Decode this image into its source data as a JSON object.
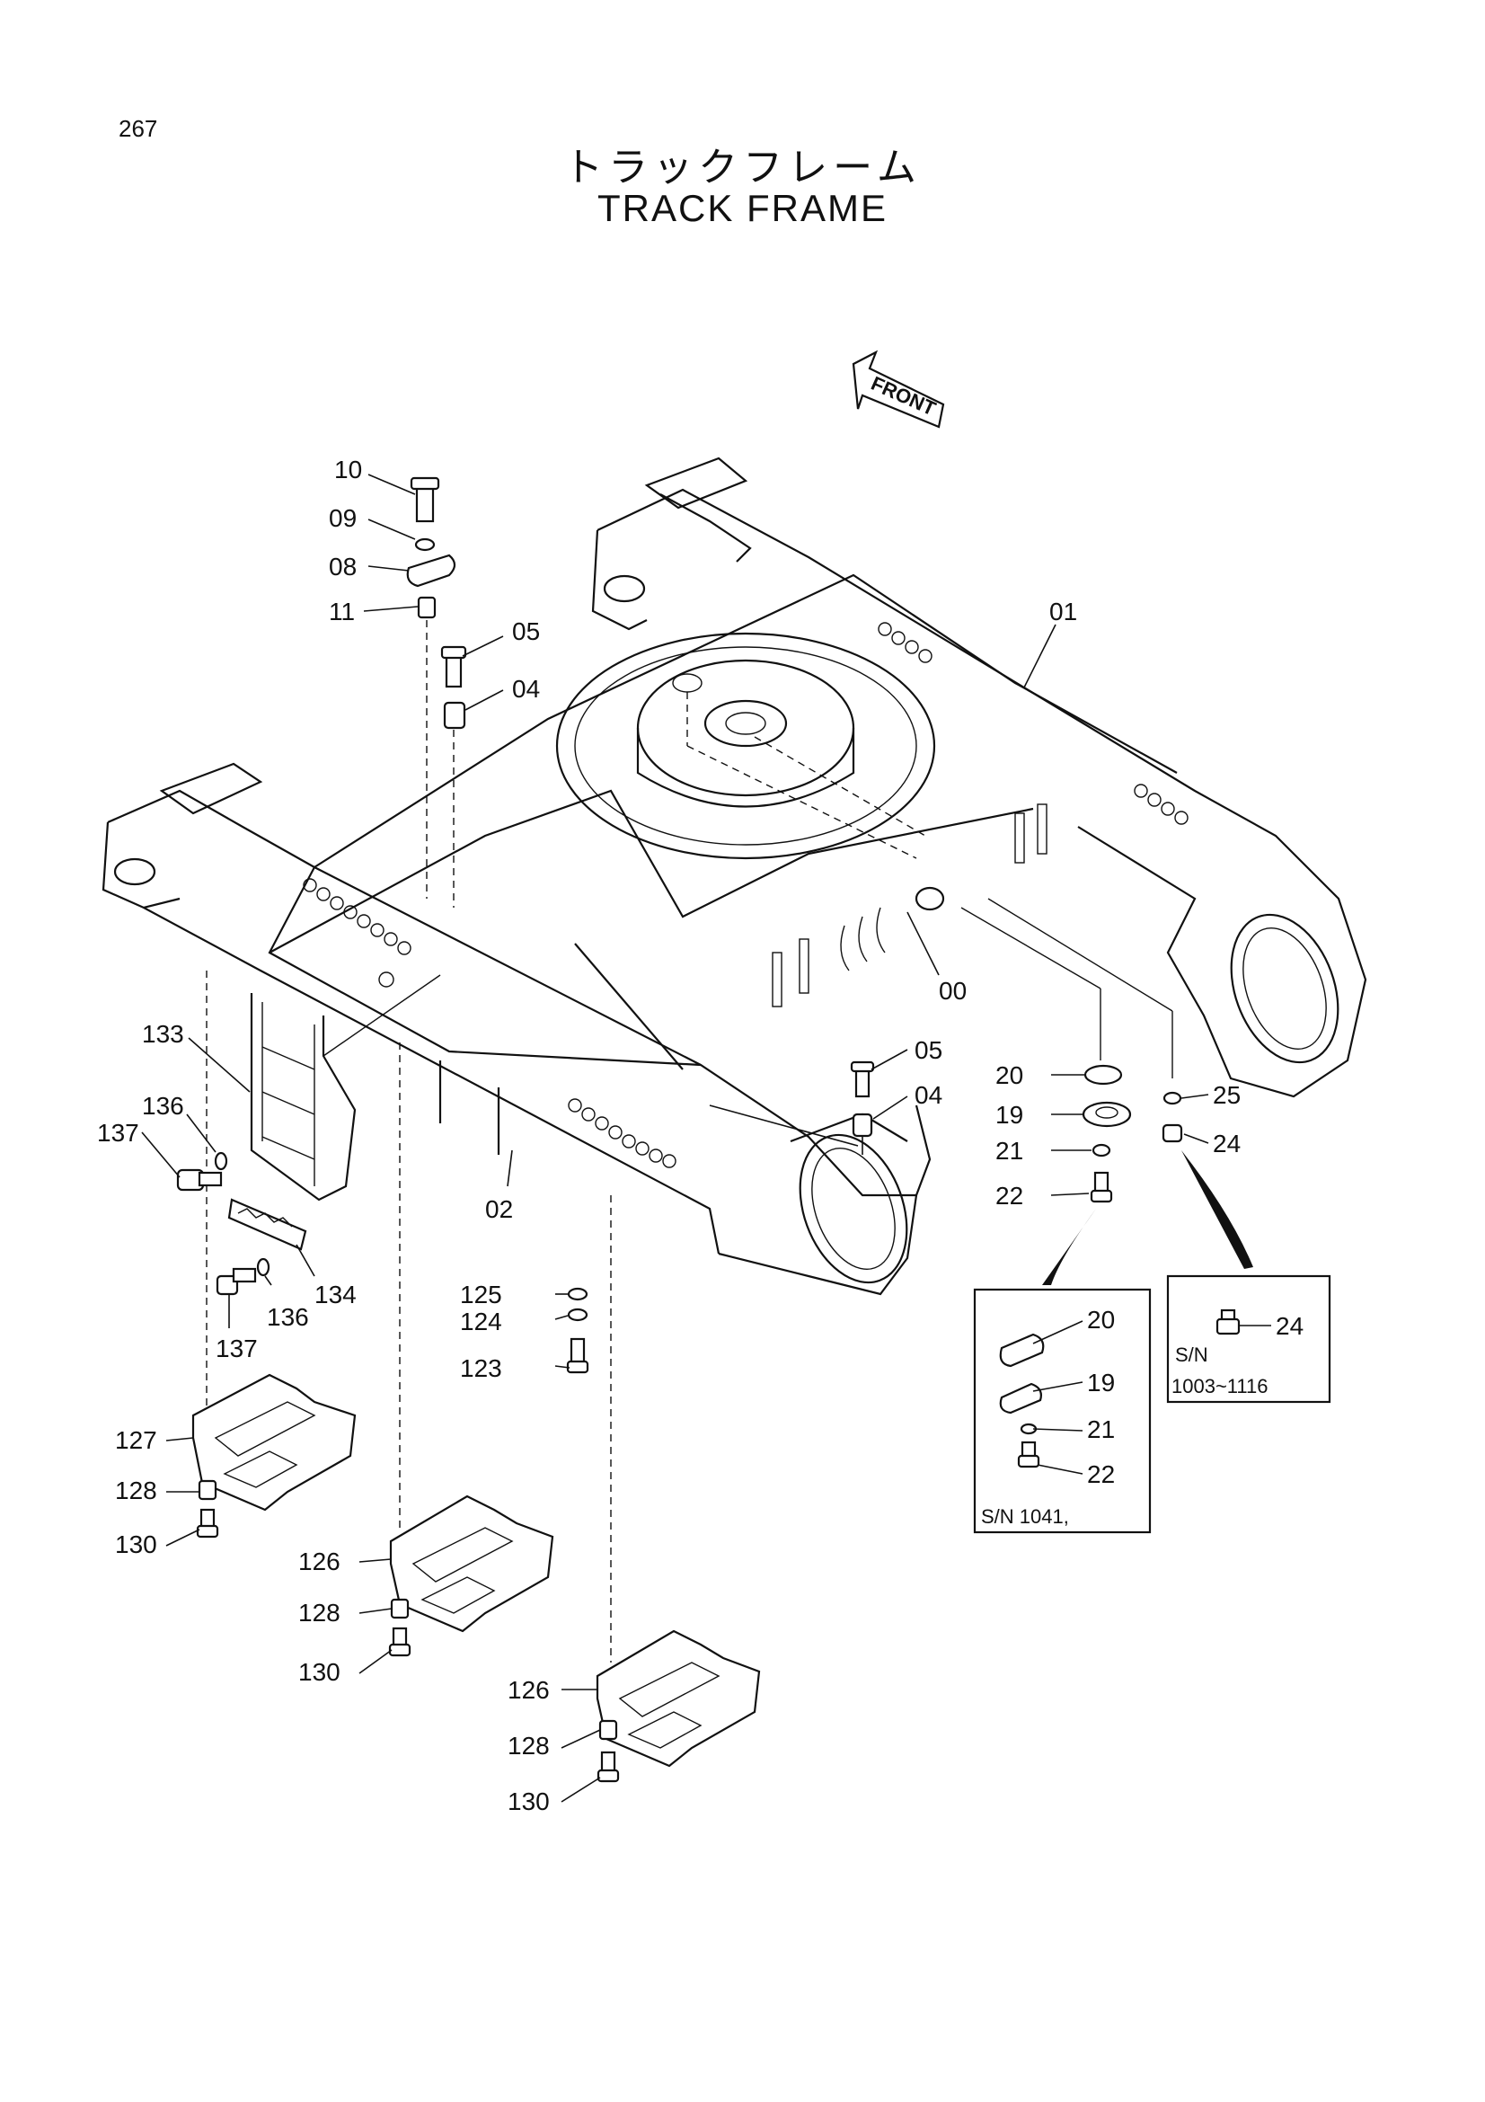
{
  "page_number": "267",
  "title_jp": "トラックフレーム",
  "title_en": "TRACK FRAME",
  "front_label": "FRONT",
  "callouts": {
    "c10": "10",
    "c09": "09",
    "c08": "08",
    "c11": "11",
    "c05a": "05",
    "c04a": "04",
    "c01": "01",
    "c00": "00",
    "c05b": "05",
    "c04b": "04",
    "c02": "02",
    "c133": "133",
    "c136a": "136",
    "c137a": "137",
    "c134": "134",
    "c136b": "136",
    "c137b": "137",
    "c125": "125",
    "c124": "124",
    "c123": "123",
    "c127": "127",
    "c128a": "128",
    "c130a": "130",
    "c126a": "126",
    "c128b": "128",
    "c130b": "130",
    "c126b": "126",
    "c128c": "128",
    "c130c": "130",
    "c20": "20",
    "c19": "19",
    "c21": "21",
    "c22": "22",
    "c25": "25",
    "c24": "24"
  },
  "inset_a": {
    "c20": "20",
    "c19": "19",
    "c21": "21",
    "c22": "22",
    "sn": "S/N 1041,"
  },
  "inset_b": {
    "c24": "24",
    "sn_label": "S/N",
    "sn_range": "1003~1116"
  }
}
